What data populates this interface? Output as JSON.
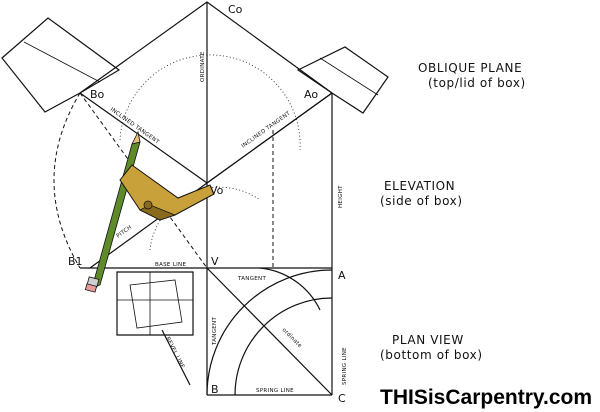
{
  "points": {
    "co": "Co",
    "ao": "Ao",
    "bo": "Bo",
    "vo": "Vo",
    "b1": "B1",
    "v": "V",
    "a": "A",
    "b": "B",
    "c": "C"
  },
  "line_labels": {
    "ordinate_top": "ORDINATE",
    "inclined_tangent_left": "INCLINED TANGENT",
    "inclined_tangent_right": "INCLINED TANGENT",
    "height": "HEIGHT",
    "pitch": "PITCH",
    "base_line": "BASE LINE",
    "tangent_horizontal": "TANGENT",
    "tangent_vertical": "TANGENT",
    "ordinate_plan": "ordinate",
    "bevel_line": "BEVEL LINE",
    "spring_line_vertical": "SPRING LINE",
    "spring_line_horizontal": "SPRING LINE"
  },
  "captions": {
    "oblique_title": "OBLIQUE PLANE",
    "oblique_sub": "(top/lid of box)",
    "elevation_title": "ELEVATION",
    "elevation_sub": "(side of box)",
    "plan_title": "PLAN VIEW",
    "plan_sub": "(bottom of box)"
  },
  "brand": "THISisCarpentry.com",
  "colors": {
    "line": "#111111",
    "pencil_body": "#5e8a2a",
    "pencil_wood": "#e6c07a",
    "pencil_eraser": "#e89a9a",
    "square_body": "#c9a13a",
    "square_shade": "#8a6a1c"
  }
}
